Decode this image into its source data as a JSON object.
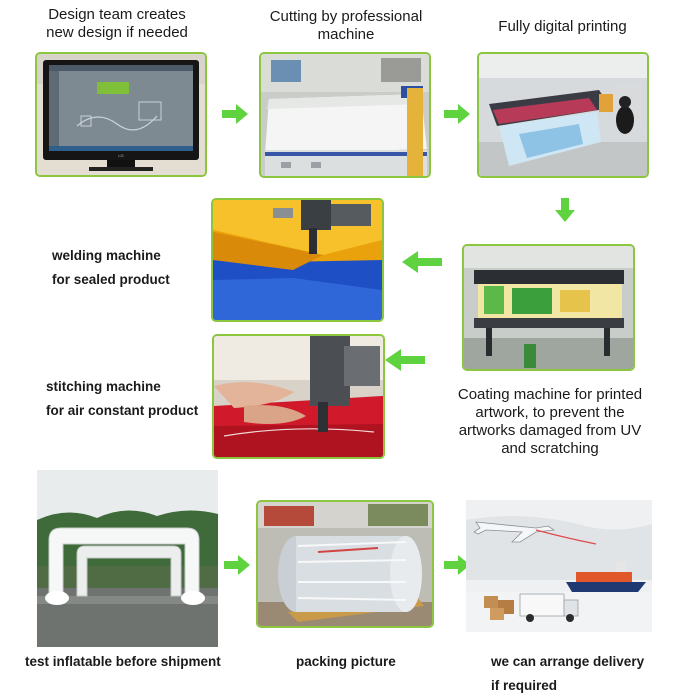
{
  "steps": {
    "design": {
      "label_line1": "Design team creates",
      "label_line2": "new design if needed",
      "screen_brand": "LG"
    },
    "cutting": {
      "label_line1": "Cutting by professional",
      "label_line2": "machine"
    },
    "printing": {
      "label": "Fully digital printing"
    },
    "coating": {
      "label_line1": "Coating machine for printed",
      "label_line2": "artwork, to prevent the",
      "label_line3": "artworks damaged from UV",
      "label_line4": "and scratching"
    },
    "welding": {
      "label_line1": "welding machine",
      "label_line2": "for sealed product"
    },
    "stitching": {
      "label_line1": "stitching machine",
      "label_line2": "for air constant product"
    },
    "testing": {
      "label": "test inflatable before shipment"
    },
    "packing": {
      "label": "packing  picture"
    },
    "delivery": {
      "label_line1": "we can arrange delivery",
      "label_line2": "if required"
    }
  },
  "colors": {
    "arrow": "#5fd33f",
    "frame": "#8cc63f"
  }
}
